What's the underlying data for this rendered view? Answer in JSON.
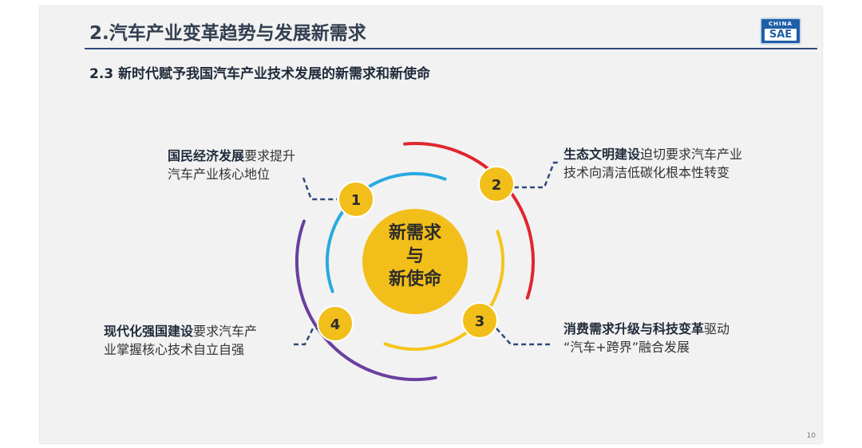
{
  "slide": {
    "title": "2.汽车产业变革趋势与发展新需求",
    "subtitle": "2.3 新时代赋予我国汽车产业技术发展的新需求和新使命",
    "logo_top": "CHINA",
    "logo_bottom": "SAE",
    "page_number": "10"
  },
  "center": {
    "line1": "新需求",
    "line2": "与",
    "line3": "新使命"
  },
  "nodes": [
    {
      "number": "1",
      "bold": "国民经济发展",
      "rest_line1": "要求提升",
      "line2": "汽车产业核心地位"
    },
    {
      "number": "2",
      "bold": "生态文明建设",
      "rest_line1": "迫切要求汽车产业",
      "line2": "技术向清洁低碳化根本性转变"
    },
    {
      "number": "3",
      "bold": "消费需求升级与科技变革",
      "rest_line1": "驱动",
      "line2": "“汽车+跨界”融合发展"
    },
    {
      "number": "4",
      "bold": "现代化强国建设",
      "rest_line1": "要求汽车产",
      "line2": "业掌握核心技术自立自强"
    }
  ],
  "colors": {
    "ring_blue": "#29a9e0",
    "ring_red": "#e0262f",
    "ring_yellow": "#f5c518",
    "ring_purple": "#6a3fa0",
    "circle_fill": "#f2be1a",
    "title_text": "#333f50",
    "title_rule": "#2e4a7a",
    "connector": "#2e4a7a"
  }
}
